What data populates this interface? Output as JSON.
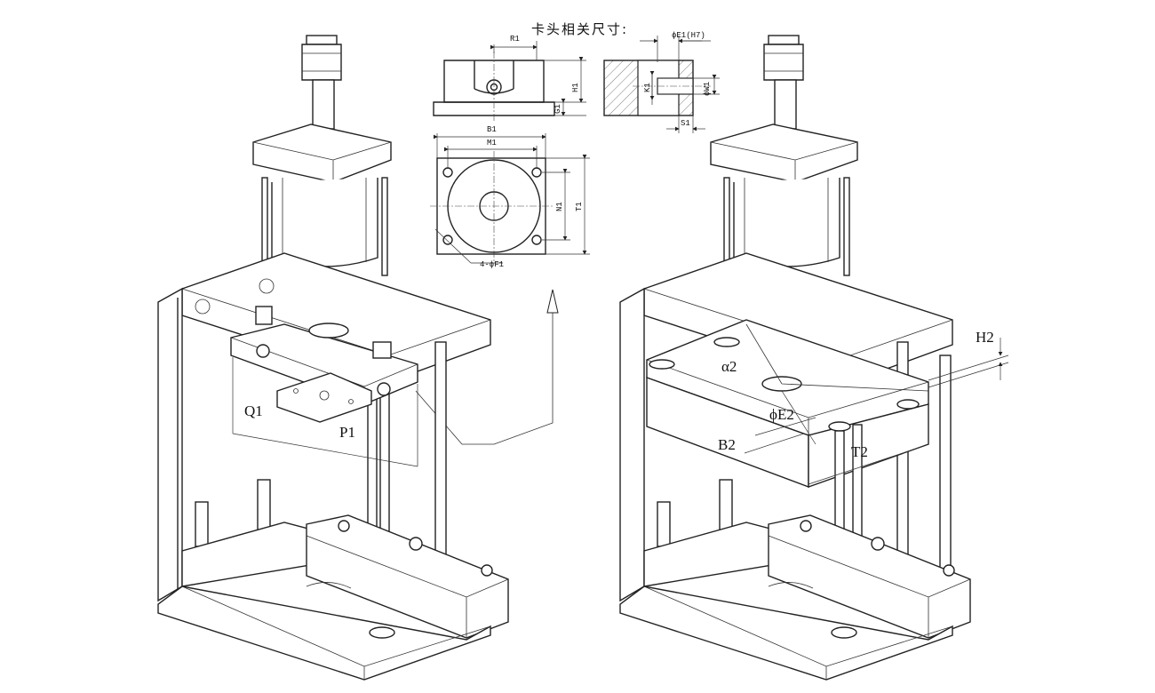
{
  "title": "卡头相关尺寸:",
  "chuck_dims": {
    "R1": "R1",
    "H1": "H1",
    "G1": "G1",
    "E1": "ϕE1(H7)",
    "W1": "ϕW1",
    "K1": "K1",
    "S1": "S1",
    "B1": "B1",
    "M1": "M1",
    "N1": "N1",
    "T1": "T1",
    "F1": "4-ϕF1"
  },
  "left_press": {
    "Q1": "Q1",
    "P1": "P1"
  },
  "right_press": {
    "H2": "H2",
    "alpha2": "α2",
    "E2": "ϕE2",
    "B2": "B2",
    "T2": "T2"
  }
}
